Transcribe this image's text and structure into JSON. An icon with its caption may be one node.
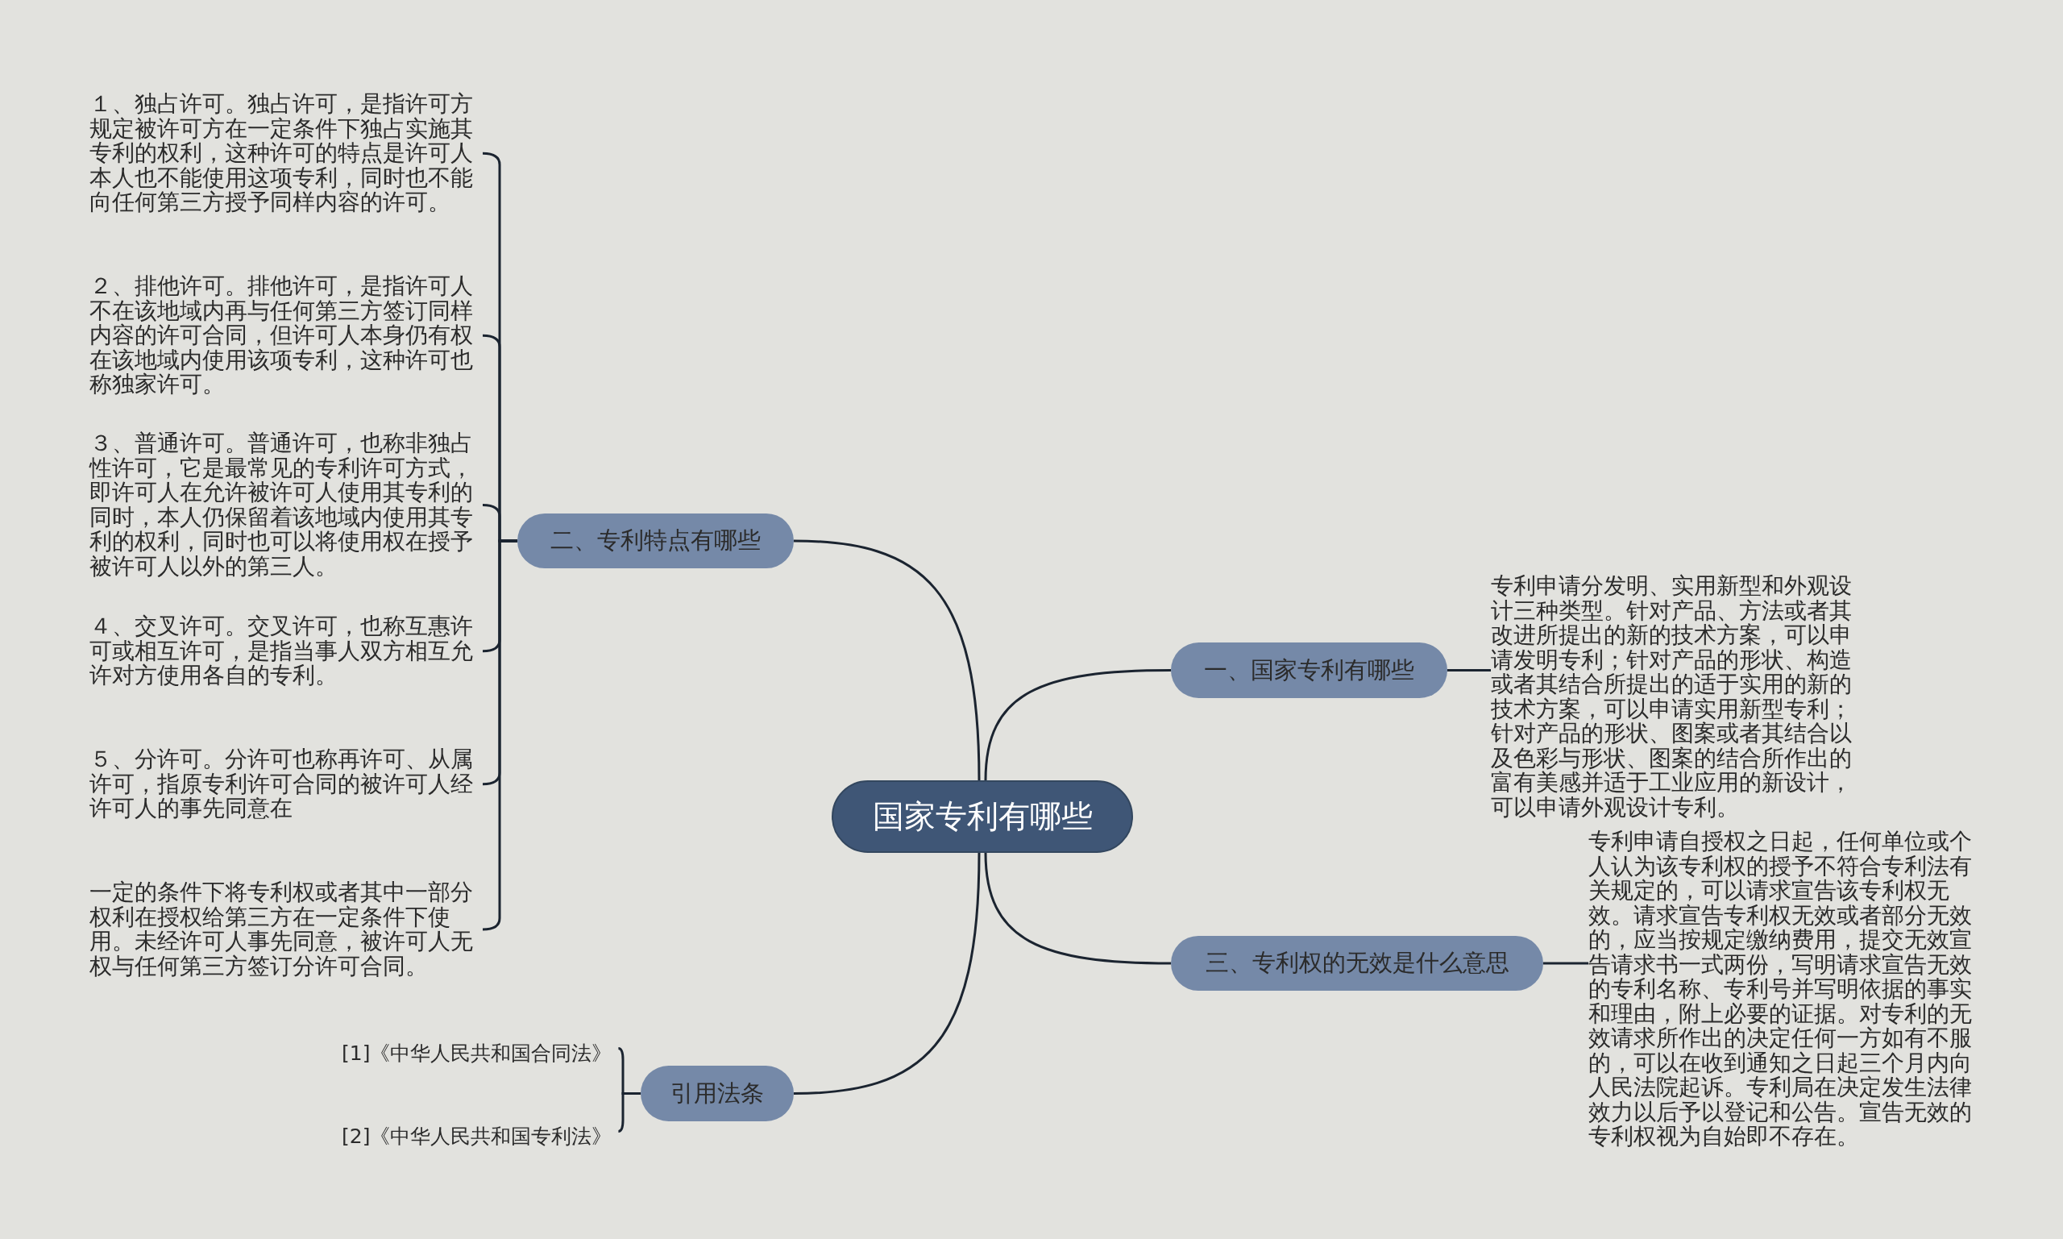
{
  "diagram": {
    "nodes": [
      {
        "text": [
          "国家专利有哪些"
        ]
      },
      {
        "text": [
          "一、国家专利有哪些"
        ]
      },
      {
        "text": [
          "专利申请分发明、实用新型和外观设计三种类型。针对产品、方法或者其改进所提出的新的技术方案，可以申请发明专利；针对产品的形状、构造或者其结合所提出的适于实用的新的技术方案，可以申请实用新型专利；针对产品的形状、图案或者其结合以及色彩与形状、图案的结合所作出的富有美感并适于工业应用的新设计，可以申请外观设计专利。"
        ]
      },
      {
        "text": [
          "三、专利权的无效是什么意思"
        ]
      },
      {
        "text": [
          "专利申请自授权之日起，任何单位或个人认为该专利权的授予不符合专利法有关规定的，可以请求宣告该专利权无效。请求宣告专利权无效或者部分无效的，应当按规定缴纳费用，提交无效宣告请求书一式两份，写明请求宣告无效的专利名称、专利号并写明依据的事实和理由，附上必要的证据。对专利的无效请求所作出的决定任何一方如有不服的，可以在收到通知之日起三个月内向人民法院起诉。专利局在决定发生法律效力以后予以登记和公告。宣告无效的专利权视为自始即不存在。"
        ]
      },
      {
        "text": [
          "二、专利特点有哪些"
        ]
      },
      {
        "text": [
          "１、独占许可。独占许可，是指许可方规定被许可方在一定条件下独占实施其专利的权利，这种许可的特点是许可人本人也不能使用这项专利，同时也不能向任何第三方授予同样内容的许可。"
        ]
      },
      {
        "text": [
          "２、排他许可。排他许可，是指许可人不在该地域内再与任何第三方签订同样内容的许可合同，但许可人本身仍有权在该地域内使用该项专利，这种许可也称独家许可。"
        ]
      },
      {
        "text": [
          "３、普通许可。普通许可，也称非独占性许可，它是最常见的专利许可方式，即许可人在允许被许可人使用其专利的同时，本人仍保留着该地域内使用其专利的权利，同时也可以将使用权在授予被许可人以外的第三人。"
        ]
      },
      {
        "text": [
          "４、交叉许可。交叉许可，也称互惠许可或相互许可，是指当事人双方相互允许对方使用各自的专利。"
        ]
      },
      {
        "text": [
          "５、分许可。分许可也称再许可、从属许可，指原专利许可合同的被许可人经许可人的事先同意在"
        ]
      },
      {
        "text": [
          "一定的条件下将专利权或者其中一部分权利在授权给第三方在一定条件下使用。未经许可人事先同意，被许可人无权与任何第三方签订分许可合同。"
        ]
      },
      {
        "text": [
          "引用法条"
        ]
      },
      {
        "text": [
          "[1]《中华人民共和国合同法》"
        ]
      },
      {
        "text": [
          "[2]《中华人民共和国专利法》"
        ]
      }
    ],
    "edges": [
      {
        "from": 0,
        "to": 1,
        "arrow": "none"
      },
      {
        "from": 1,
        "to": 2,
        "arrow": "none"
      },
      {
        "from": 0,
        "to": 3,
        "arrow": "none"
      },
      {
        "from": 3,
        "to": 4,
        "arrow": "none"
      },
      {
        "from": 0,
        "to": 5,
        "arrow": "none"
      },
      {
        "from": 5,
        "to": 6,
        "arrow": "none"
      },
      {
        "from": 5,
        "to": 7,
        "arrow": "none"
      },
      {
        "from": 5,
        "to": 8,
        "arrow": "none"
      },
      {
        "from": 5,
        "to": 9,
        "arrow": "none"
      },
      {
        "from": 5,
        "to": 10,
        "arrow": "none"
      },
      {
        "from": 5,
        "to": 11,
        "arrow": "none"
      },
      {
        "from": 0,
        "to": 12,
        "arrow": "none"
      },
      {
        "from": 12,
        "to": 13,
        "arrow": "none"
      },
      {
        "from": 12,
        "to": 14,
        "arrow": "none"
      }
    ]
  }
}
